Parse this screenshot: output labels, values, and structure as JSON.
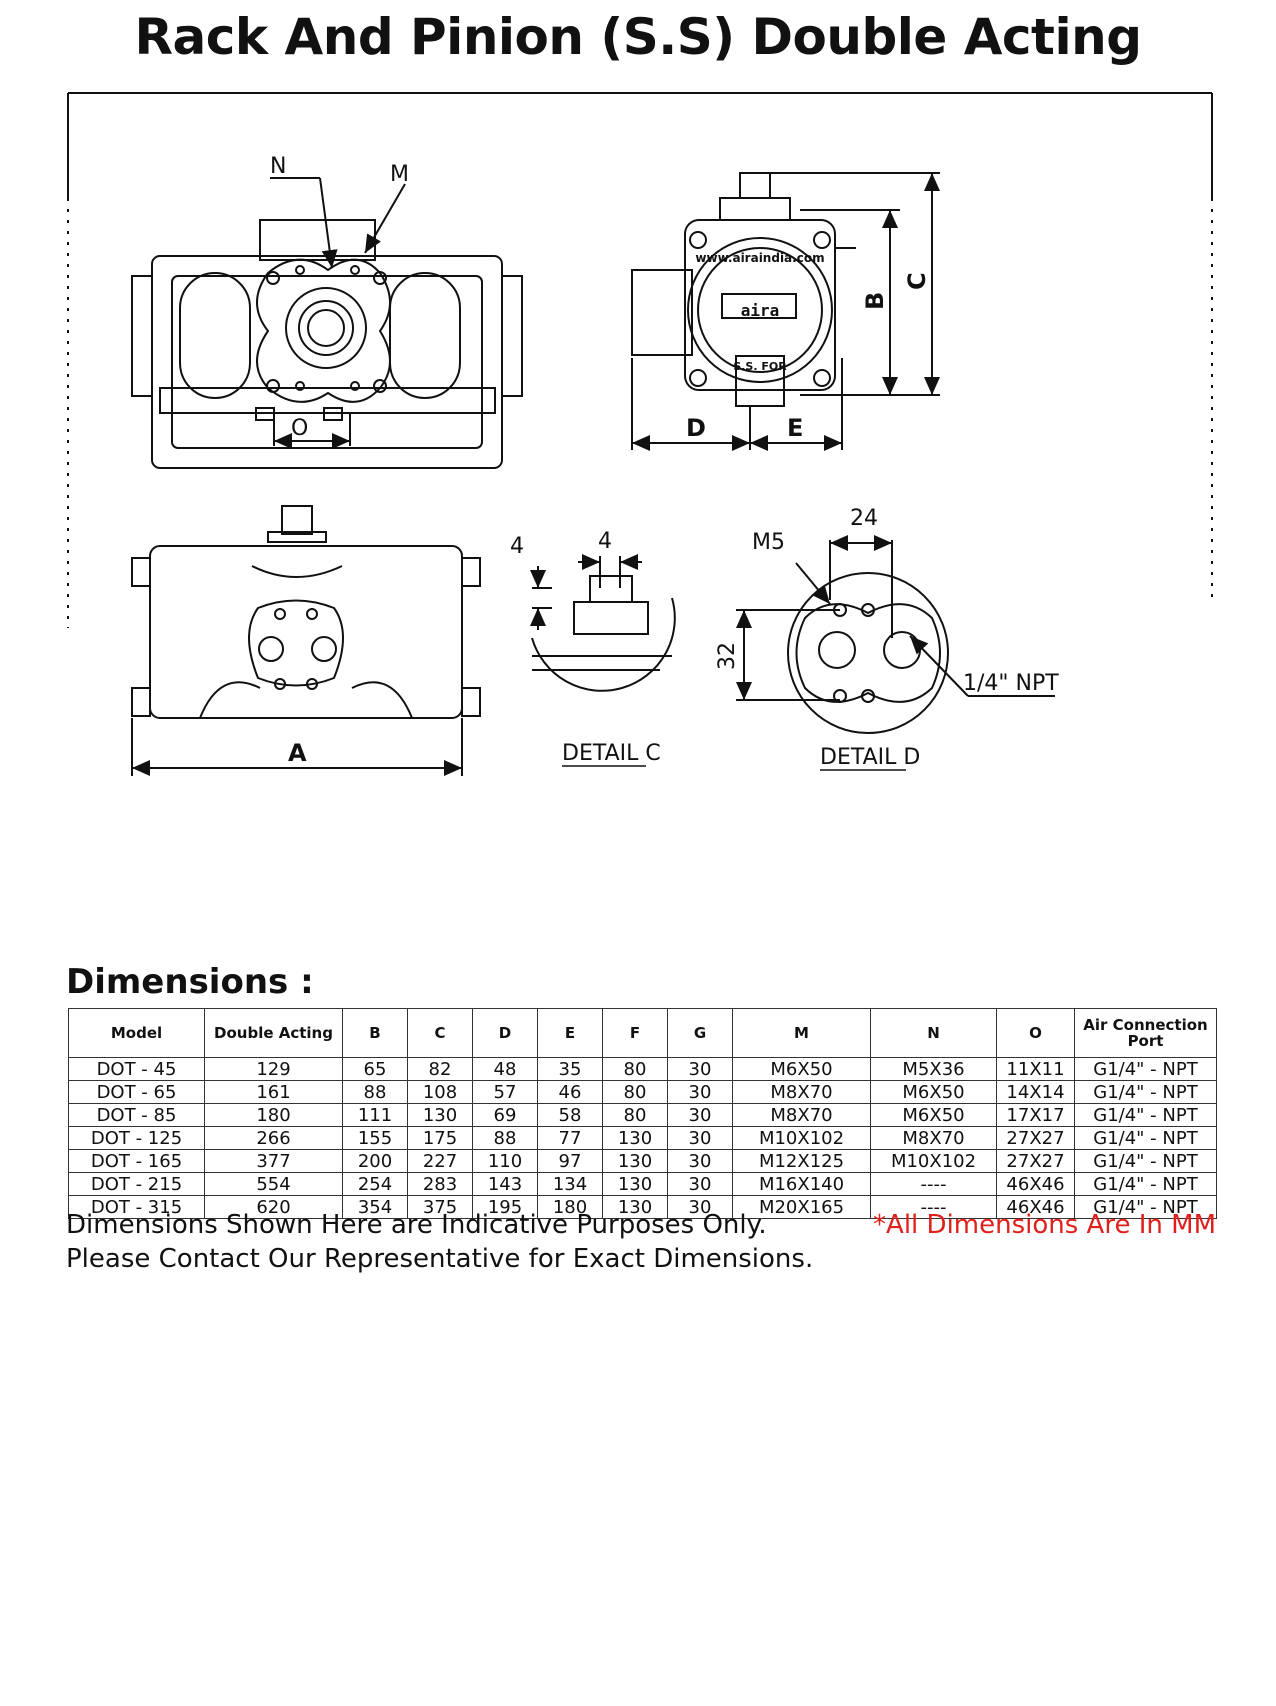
{
  "title": "Rack And Pinion (S.S) Double Acting",
  "drawing": {
    "labels": {
      "n": "N",
      "m": "M",
      "o": "O",
      "b": "B",
      "c": "C",
      "d": "D",
      "e": "E",
      "a": "A",
      "detail_c_4_left": "4",
      "detail_c_4_top": "4",
      "detail_c": "DETAIL C",
      "detail_d_24": "24",
      "detail_d_m5": "M5",
      "detail_d_32": "32",
      "detail_d_npt": "1/4\" NPT",
      "detail_d": "DETAIL D"
    },
    "nameplate": {
      "url": "www.airaindia.com",
      "logo": "aira",
      "material": "S.S. FOR"
    }
  },
  "dimensions": {
    "heading": "Dimensions :",
    "columns": [
      "Model",
      "Double Acting",
      "B",
      "C",
      "D",
      "E",
      "F",
      "G",
      "M",
      "N",
      "O",
      "Air Connection Port"
    ],
    "rows": [
      [
        "DOT - 45",
        "129",
        "65",
        "82",
        "48",
        "35",
        "80",
        "30",
        "M6X50",
        "M5X36",
        "11X11",
        "G1/4\" - NPT"
      ],
      [
        "DOT - 65",
        "161",
        "88",
        "108",
        "57",
        "46",
        "80",
        "30",
        "M8X70",
        "M6X50",
        "14X14",
        "G1/4\" - NPT"
      ],
      [
        "DOT - 85",
        "180",
        "111",
        "130",
        "69",
        "58",
        "80",
        "30",
        "M8X70",
        "M6X50",
        "17X17",
        "G1/4\" - NPT"
      ],
      [
        "DOT - 125",
        "266",
        "155",
        "175",
        "88",
        "77",
        "130",
        "30",
        "M10X102",
        "M8X70",
        "27X27",
        "G1/4\" - NPT"
      ],
      [
        "DOT - 165",
        "377",
        "200",
        "227",
        "110",
        "97",
        "130",
        "30",
        "M12X125",
        "M10X102",
        "27X27",
        "G1/4\" - NPT"
      ],
      [
        "DOT - 215",
        "554",
        "254",
        "283",
        "143",
        "134",
        "130",
        "30",
        "M16X140",
        "----",
        "46X46",
        "G1/4\" - NPT"
      ],
      [
        "DOT - 315",
        "620",
        "354",
        "375",
        "195",
        "180",
        "130",
        "30",
        "M20X165",
        "----",
        "46X46",
        "G1/4\" - NPT"
      ]
    ]
  },
  "notes": {
    "line1": "Dimensions Shown Here are Indicative Purposes Only.",
    "line2": "Please Contact Our Representative for Exact Dimensions.",
    "units": "*All Dimensions Are In MM"
  },
  "colors": {
    "units_note": "#e0201c",
    "line": "#111111"
  }
}
